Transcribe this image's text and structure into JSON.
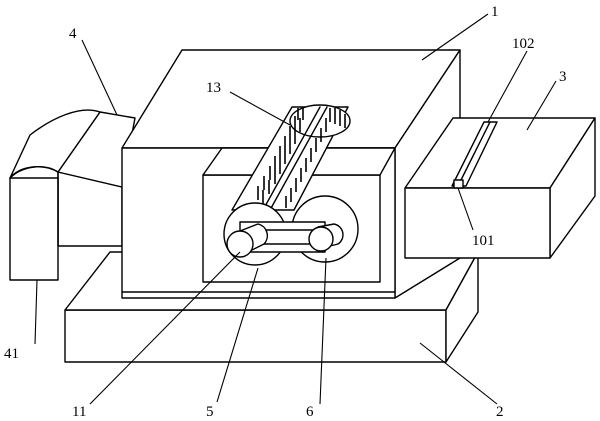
{
  "labels": {
    "l1": "1",
    "l2": "2",
    "l3": "3",
    "l4": "4",
    "l5": "5",
    "l6": "6",
    "l11": "11",
    "l13": "13",
    "l41": "41",
    "l101": "101",
    "l102": "102"
  }
}
